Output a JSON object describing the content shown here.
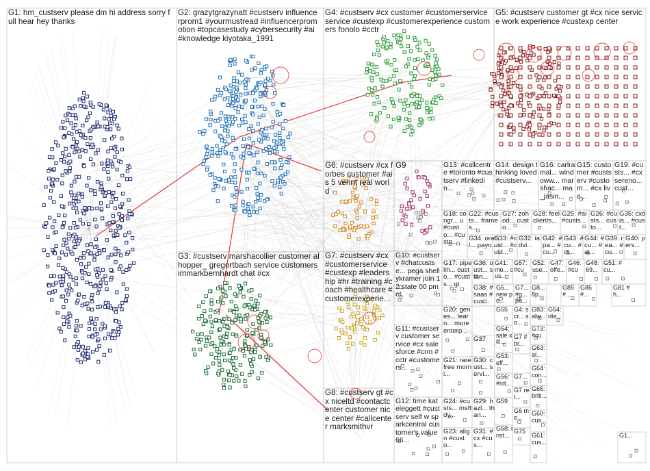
{
  "colors": {
    "g1": "#1f2a6b",
    "g2": "#1f6fb5",
    "g3": "#1d6b35",
    "g4": "#2e9a3a",
    "g5": "#8b1a1a",
    "g6": "#d08a2a",
    "g7": "#c9a31c",
    "g9": "#a0306e",
    "edge": "#9a9a9a",
    "box": "#c8c8c8",
    "reply": "#e02020"
  },
  "groups": [
    {
      "id": "g1",
      "label": "G1: hm_custserv please dm hi address sorry full hear hey thanks"
    },
    {
      "id": "g2",
      "label": "G2: grazytgrazynatt #custserv influencerprom1 #yourmustread #influencerpromotion #topcasestudy #cybersecurity #ai #knowledge kiyotaka_1991"
    },
    {
      "id": "g3",
      "label": "G3: #custserv marshacollier customer alhopper_ gregortbach service customers immarkbernhardt chat #cx"
    },
    {
      "id": "g4",
      "label": "G4: #custserv #cx customer #customerservice service #custexp #customerexperience customers fonolo #cctr"
    },
    {
      "id": "g5",
      "label": "G5: #custserv customer gt #cx nice service work experience #custexp center"
    },
    {
      "id": "g6",
      "label": "G6: #custserv #cx forbes customer #ai s 5 verint real world"
    },
    {
      "id": "g7",
      "label": "G7: #custserv #cx #customerservice #custexp #leadership #hr #training #coach #healthcare #customerexperie..."
    },
    {
      "id": "g8",
      "label": "G8: #custserv gt #cx niceltd #contactcenter customer nice center #callcenter marksmithvr"
    },
    {
      "id": "g9",
      "label": "G9"
    },
    {
      "id": "g10",
      "label": "G10: #custserv #chatcustse... pega shellykramer join 12 state 00 pm et"
    },
    {
      "id": "g11",
      "label": "G11: #custserv customer service #cx salesforce #crm #cctr #customers..."
    },
    {
      "id": "g12",
      "label": "G12: time kateleggett #custserv self w sparkcentral customer's value 66..."
    },
    {
      "id": "g13",
      "label": "G13: #callcentre #toronto #custserv #linkedin..."
    },
    {
      "id": "g14",
      "label": "G14: design thinking loved #custserv..."
    },
    {
      "id": "g16",
      "label": "G16: carlramal... windoww... marshac... ma_jasin..."
    },
    {
      "id": "g15",
      "label": "G15: customer #custserv #custom... #cx live..."
    },
    {
      "id": "g19",
      "label": "G19: #custs... #cx sereno... cust..."
    },
    {
      "id": "g18",
      "label": "G18: congr... u #custo... #custo..."
    },
    {
      "id": "g22",
      "label": "G22: #custs... frames..."
    },
    {
      "id": "g27",
      "label": "G27: zohod... custo..."
    },
    {
      "id": "g28",
      "label": "G28: feel clients..."
    },
    {
      "id": "g25",
      "label": "G25: #ai #custs..."
    },
    {
      "id": "g26",
      "label": "G26: #custs... custo..."
    },
    {
      "id": "g35",
      "label": "G35: cxdis... #cust..."
    },
    {
      "id": "g34",
      "label": "G34: oracl... payo..."
    },
    {
      "id": "g33",
      "label": "G33: #cust... #cust..."
    },
    {
      "id": "g32",
      "label": "G32: iadvi..."
    },
    {
      "id": "g42",
      "label": "G42: #pa... #cu..."
    },
    {
      "id": "g43",
      "label": "G43: #cu... #ct..."
    },
    {
      "id": "g44",
      "label": "G44: #cu... #ai..."
    },
    {
      "id": "g39",
      "label": "G39: rea... #cu..."
    },
    {
      "id": "g40",
      "label": "G40: pers..."
    },
    {
      "id": "g17",
      "label": "G17: pipelin... custo... #custs... gt"
    },
    {
      "id": "g36",
      "label": "G36: oust... stan..."
    },
    {
      "id": "g41",
      "label": "G41: mo... cus..."
    },
    {
      "id": "g57",
      "label": "G57: #cu"
    },
    {
      "id": "g52",
      "label": "G52: use..."
    },
    {
      "id": "g47",
      "label": "G47: offe..."
    },
    {
      "id": "g46",
      "label": "G46: #cu"
    },
    {
      "id": "g48",
      "label": "G48: 69..."
    },
    {
      "id": "g51",
      "label": "G51: #cu..."
    },
    {
      "id": "g38",
      "label": "G38: #saas #cus..."
    },
    {
      "id": "g5x",
      "label": "G5... new po..."
    },
    {
      "id": "g7x",
      "label": "G7... #g... pa..."
    },
    {
      "id": "g8x",
      "label": "G8... 8p..."
    },
    {
      "id": "g85",
      "label": "G85 #..."
    },
    {
      "id": "g86",
      "label": "G86 #..."
    },
    {
      "id": "g81",
      "label": "G81 #h..."
    },
    {
      "id": "g20",
      "label": "G20: genes... learn... more enterp..."
    },
    {
      "id": "g55",
      "label": "G55"
    },
    {
      "id": "g83",
      "label": "G83: alw..."
    },
    {
      "id": "g64",
      "label": "G64: rite..."
    },
    {
      "id": "g37",
      "label": "G37"
    },
    {
      "id": "g4x",
      "label": "G4: scr... so..."
    },
    {
      "id": "g21",
      "label": "G21: rare free morni..."
    },
    {
      "id": "g54",
      "label": "G54: sale xili..."
    },
    {
      "id": "g73",
      "label": "G73: #cu"
    },
    {
      "id": "g53",
      "label": "G53: eff..."
    },
    {
      "id": "g7y",
      "label": "G7 #br..."
    },
    {
      "id": "g63",
      "label": "G63: ai..."
    },
    {
      "id": "g30",
      "label": "G30: cust... servi..."
    },
    {
      "id": "g7z",
      "label": "G7..."
    },
    {
      "id": "g56",
      "label": "G56: #iot..."
    },
    {
      "id": "g64b",
      "label": "G64: con..."
    },
    {
      "id": "g24",
      "label": "G24: #custs... msftdy..."
    },
    {
      "id": "g29",
      "label": "G29: hazl... than..."
    },
    {
      "id": "g7w",
      "label": "G7 ret..."
    },
    {
      "id": "g65",
      "label": "G65: briti..."
    },
    {
      "id": "g59",
      "label": "G59"
    },
    {
      "id": "g6x",
      "label": "G6 me..."
    },
    {
      "id": "g60",
      "label": "G60: cus..."
    },
    {
      "id": "g23",
      "label": "G23: align #custo..."
    },
    {
      "id": "g31",
      "label": "G31: #cx #cus..."
    },
    {
      "id": "g58",
      "label": "G58: inst..."
    },
    {
      "id": "g75",
      "label": "G75"
    },
    {
      "id": "g61",
      "label": "G61: cus..."
    },
    {
      "id": "g1x",
      "label": "G1..."
    }
  ]
}
